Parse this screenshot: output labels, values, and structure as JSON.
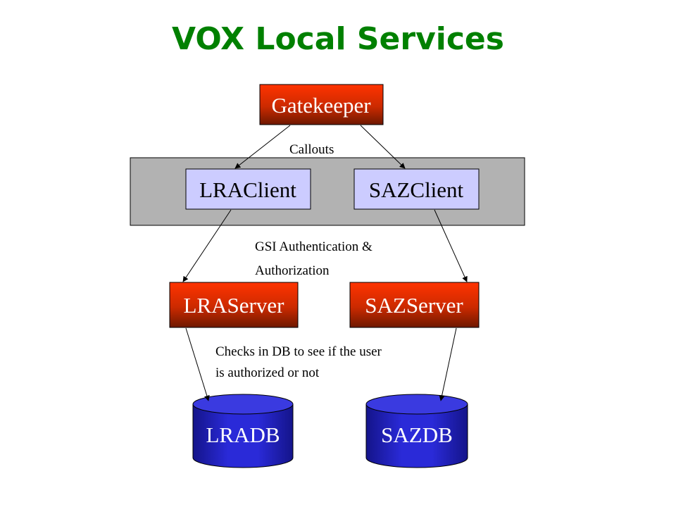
{
  "title": "VOX Local Services",
  "nodes": {
    "gatekeeper": "Gatekeeper",
    "lra_client": "LRAClient",
    "saz_client": "SAZClient",
    "lra_server": "LRAServer",
    "saz_server": "SAZServer",
    "lra_db": "LRADB",
    "saz_db": "SAZDB"
  },
  "labels": {
    "callouts": "Callouts",
    "gsi_line1": "GSI Authentication &",
    "gsi_line2": "Authorization",
    "checks_line1": "Checks in DB to see if the user",
    "checks_line2": "is authorized or not"
  },
  "colors": {
    "title": "#008000",
    "server_fill_top": "#ff3300",
    "server_fill_bottom": "#7a1a00",
    "client_fill": "#ccccff",
    "group_fill": "#b2b2b2",
    "db_fill": "#2222cc"
  }
}
